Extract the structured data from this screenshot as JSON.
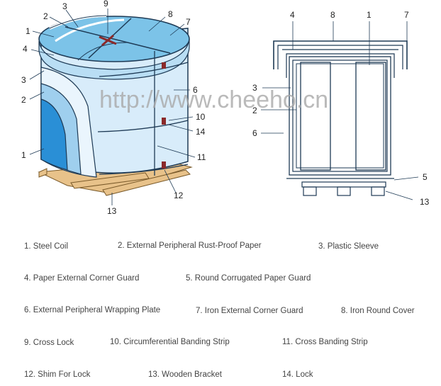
{
  "watermark": "http://www.cheeho.cn",
  "left_callouts": {
    "n1a": "1",
    "n2a": "2",
    "n3a": "3",
    "n4": "4",
    "n9": "9",
    "n8": "8",
    "n7": "7",
    "n1b": "1",
    "n3b": "3",
    "n2b": "2",
    "n6": "6",
    "n10": "10",
    "n14": "14",
    "n11": "11",
    "n12": "12",
    "n13": "13"
  },
  "right_callouts": {
    "n4": "4",
    "n8": "8",
    "n1": "1",
    "n7": "7",
    "n3": "3",
    "n2": "2",
    "n6": "6",
    "n5": "5",
    "n13": "13"
  },
  "legend": [
    "1. Steel Coil",
    "2. External Peripheral Rust-Proof Paper",
    "3. Plastic Sleeve",
    "4. Paper External Corner Guard",
    "5. Round Corrugated Paper Guard",
    "6. External Peripheral Wrapping Plate",
    "7. Iron External Corner Guard",
    "8. Iron Round Cover",
    "9. Cross Lock",
    "10. Circumferential Banding Strip",
    "11. Cross Banding Strip",
    "12. Shim For Lock",
    "13. Wooden Bracket",
    "14. Lock"
  ],
  "colors": {
    "cover": "#7cc3e8",
    "body": "#d8ecfa",
    "sleeve": "#9fcfee",
    "coil_deep": "#2a8fd6",
    "wood": "#e8c28a",
    "lock": "#8a2a2a"
  }
}
